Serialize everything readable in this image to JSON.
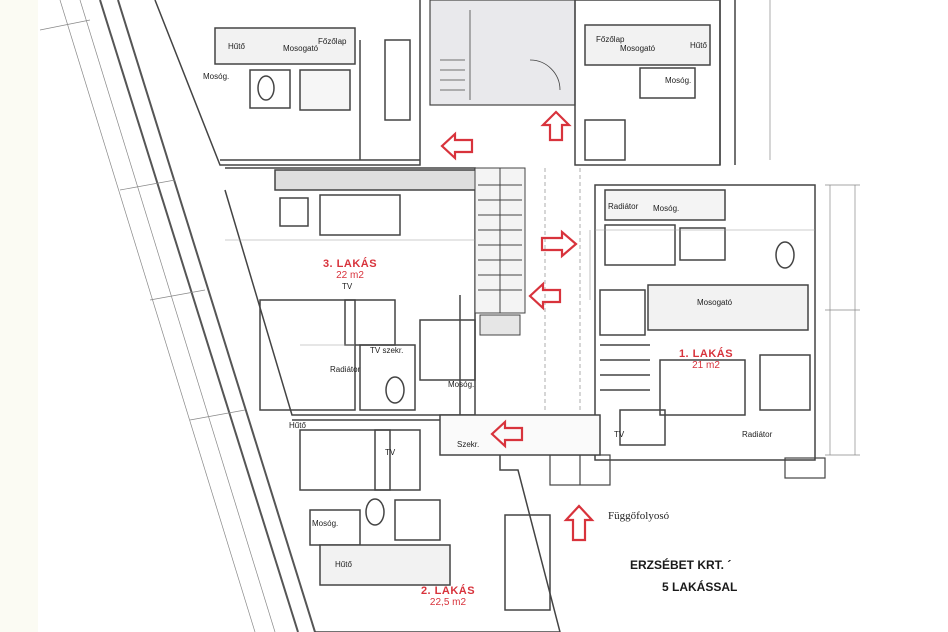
{
  "apartments": [
    {
      "name": "3. LAKÁS",
      "area": "22 m2"
    },
    {
      "name": "1. LAKÁS",
      "area": "21 m2"
    },
    {
      "name": "2. LAKÁS",
      "area": "22,5 m2"
    }
  ],
  "building": {
    "title": "ERZSÉBET KRT. ´",
    "subtitle": "5 LAKÁSSAL"
  },
  "corridor_label": "Függőfolyosó",
  "room_labels": {
    "fridge": "Hűtő",
    "washing_machine": "Mosóg.",
    "sink": "Mosogató",
    "stove": "Főzőlap",
    "radiator": "Radiátor",
    "tv": "TV",
    "tv_stand": "TV szekr.",
    "cabinet": "Szekr."
  },
  "colors": {
    "red": "#d8333c",
    "line": "#7a7a7a",
    "fill": "#e9e9ec"
  }
}
